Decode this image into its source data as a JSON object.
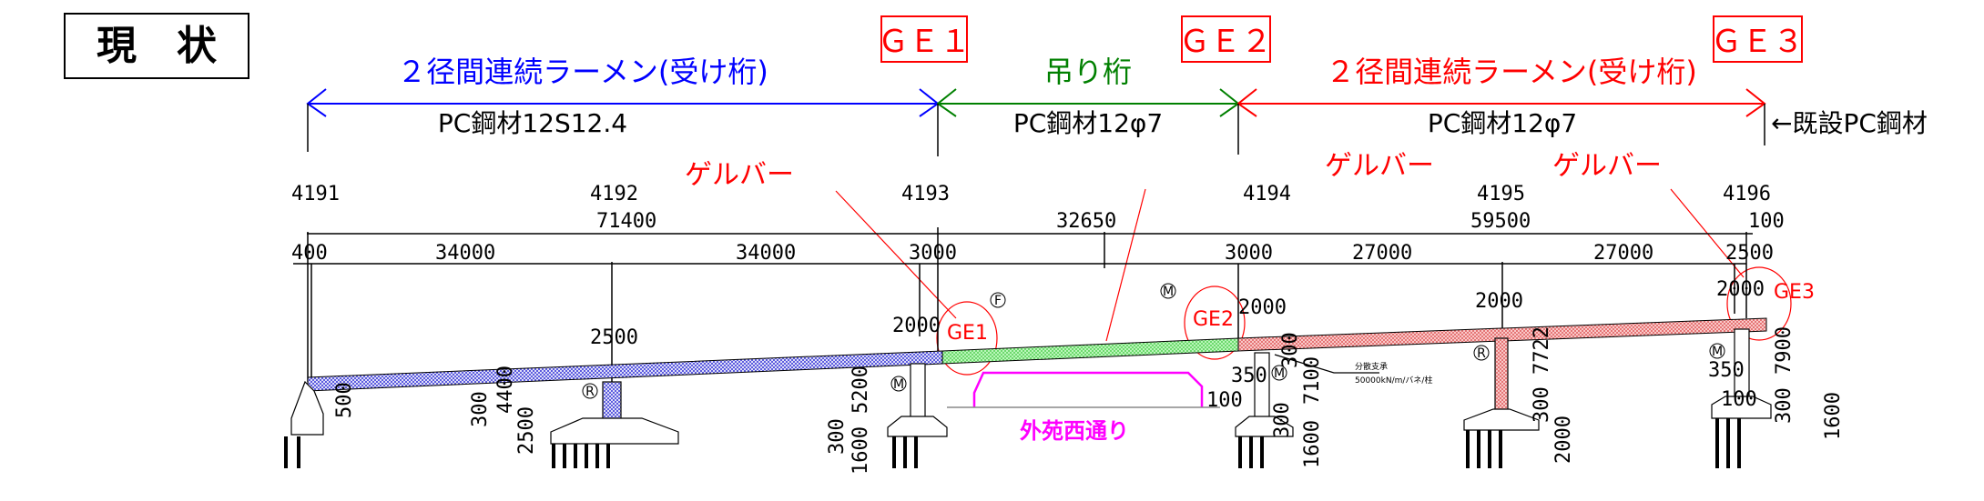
{
  "title": "現　状",
  "joints": [
    {
      "label": "ＧＥ１",
      "circle_label": "GE1"
    },
    {
      "label": "ＧＥ２",
      "circle_label": "GE2"
    },
    {
      "label": "ＧＥ３",
      "circle_label": "GE3"
    }
  ],
  "segments": [
    {
      "name": "２径間連続ラーメン(受け桁)",
      "tendon": "PC鋼材12S12.4",
      "color": "#0000ff"
    },
    {
      "name": "吊り桁",
      "tendon": "PC鋼材12φ7",
      "color": "#008000"
    },
    {
      "name": "２径間連続ラーメン(受け桁)",
      "tendon": "PC鋼材12φ7",
      "color": "#ff0000"
    }
  ],
  "existing_tendon_note": "←既設PC鋼材",
  "gerber_labels": [
    "ゲルバー",
    "ゲルバー",
    "ゲルバー"
  ],
  "piers": [
    "4191",
    "4192",
    "4193",
    "4194",
    "4195",
    "4196"
  ],
  "dimensions_overall": [
    "71400",
    "32650",
    "59500",
    "100"
  ],
  "dimensions_spans": [
    "400",
    "34000",
    "34000",
    "3000",
    "3000",
    "27000",
    "27000",
    "2500"
  ],
  "dimensions_detail": {
    "pier_widths": [
      "2500",
      "2000",
      "2000",
      "2000",
      "2000"
    ],
    "abutment": "500",
    "p4192": [
      "300",
      "4400",
      "2500"
    ],
    "p4193": [
      "300",
      "5200",
      "1600"
    ],
    "p4194": [
      "350",
      "100",
      "300",
      "300",
      "7100",
      "1600"
    ],
    "p4195": [
      "300",
      "7722",
      "2000"
    ],
    "p4196": [
      "350",
      "100",
      "300",
      "7900",
      "1600"
    ]
  },
  "bearing_marks": [
    "F",
    "M",
    "R",
    "M",
    "M",
    "R",
    "M"
  ],
  "bearing_note": [
    "分散支承",
    "50000kN/m/バネ/柱"
  ],
  "road_label": "外苑西通り"
}
